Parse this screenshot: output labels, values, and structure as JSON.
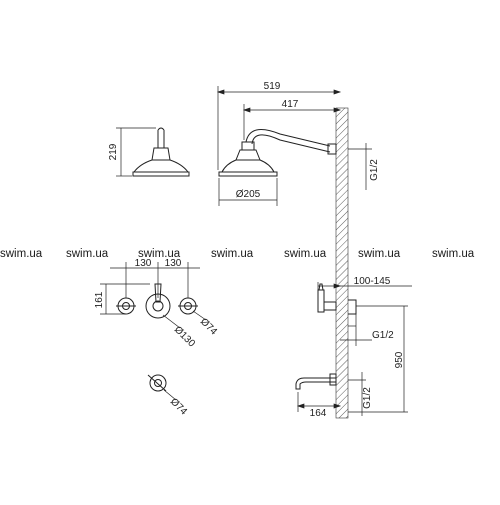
{
  "watermark": [
    "swim.ua",
    "swim.ua",
    "swim.ua",
    "swim.ua",
    "swim.ua",
    "swim.ua",
    "swim.ua"
  ],
  "dimensions": {
    "total_width": "519",
    "arm_length": "417",
    "head_diameter": "Ø205",
    "head_height": "219",
    "thread_top": "G1/2",
    "spacing_left": "130",
    "spacing_right": "130",
    "valve_height": "161",
    "handle_diameter": "Ø74",
    "plate_diameter": "Ø130",
    "handle_diameter_bottom": "Ø74",
    "offset_range": "100-145",
    "thread_middle": "G1/2",
    "height_950": "950",
    "spout_length": "164",
    "thread_bottom": "G1/2"
  }
}
